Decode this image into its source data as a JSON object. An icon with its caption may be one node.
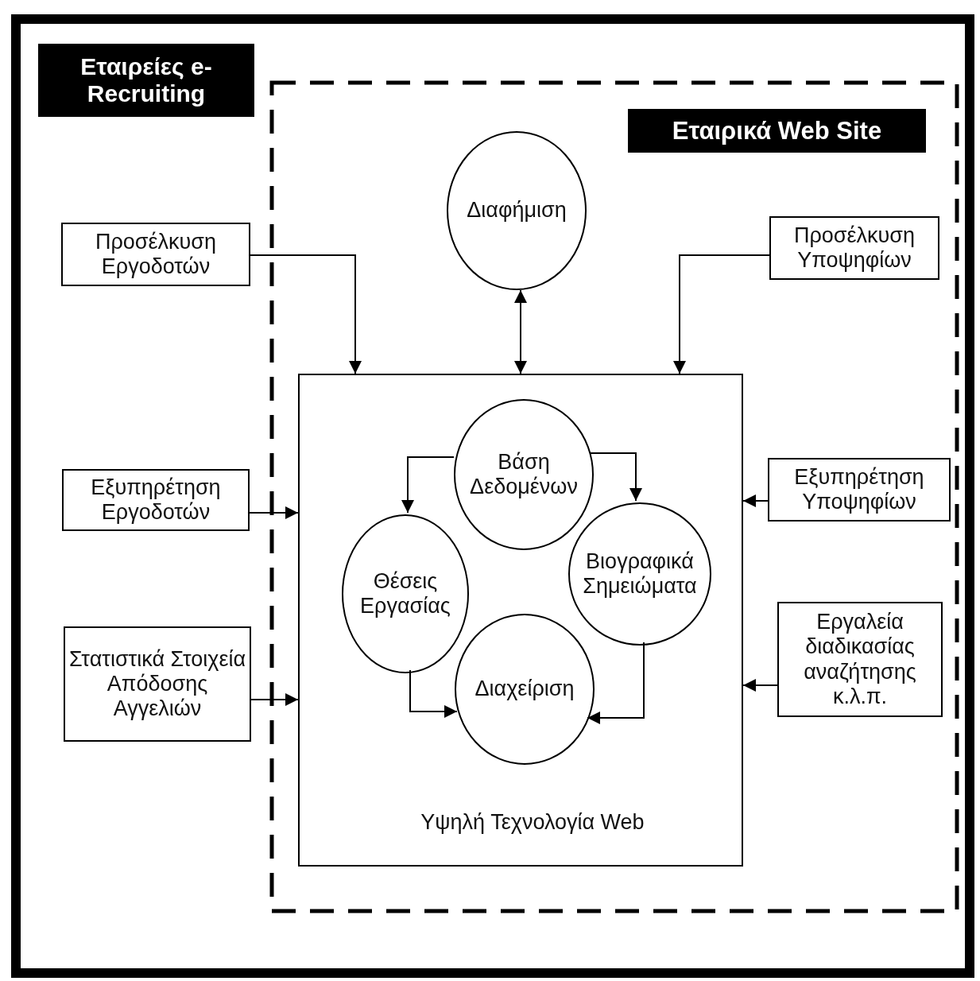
{
  "diagram": {
    "nodes": [
      {
        "text": [
          "Εταιρείες e-Recruiting"
        ]
      },
      {
        "text": [
          "Εταιρικά Web Site"
        ],
        "in": 0
      },
      {
        "text": [
          "Διαφήμιση"
        ],
        "in": 1
      },
      {
        "text": [
          "Υψηλή Τεχνολογία Web"
        ],
        "in": 1
      },
      {
        "text": [
          "Βάση Δεδομένων"
        ],
        "in": 3
      },
      {
        "text": [
          "Θέσεις Εργασίας"
        ],
        "in": 3
      },
      {
        "text": [
          "Βιογραφικά Σημειώματα"
        ],
        "in": 3
      },
      {
        "text": [
          "Διαχείριση"
        ],
        "in": 3
      },
      {
        "text": [
          "Προσέλκυση Εργοδοτών"
        ],
        "in": 0
      },
      {
        "text": [
          "Εξυπηρέτηση Εργοδοτών"
        ],
        "in": 0
      },
      {
        "text": [
          "Στατιστικά Στοιχεία Απόδοσης Αγγελιών"
        ],
        "in": 0
      },
      {
        "text": [
          "Προσέλκυση Υποψηφίων"
        ],
        "in": 1
      },
      {
        "text": [
          "Εξυπηρέτηση Υποψηφίων"
        ],
        "in": 1
      },
      {
        "text": [
          "Εργαλεία διαδικασίας αναζήτησης κ.λ.π."
        ],
        "in": 1
      }
    ],
    "edges": [
      {
        "from": 8,
        "to": 3,
        "arrow": "to"
      },
      {
        "from": 2,
        "to": 3,
        "arrow": "both"
      },
      {
        "from": 11,
        "to": 3,
        "arrow": "to"
      },
      {
        "from": 9,
        "to": 3,
        "arrow": "to"
      },
      {
        "from": 10,
        "to": 3,
        "arrow": "to"
      },
      {
        "from": 12,
        "to": 3,
        "arrow": "to"
      },
      {
        "from": 13,
        "to": 3,
        "arrow": "to"
      },
      {
        "from": 4,
        "to": 5,
        "arrow": "to"
      },
      {
        "from": 4,
        "to": 6,
        "arrow": "to"
      },
      {
        "from": 5,
        "to": 7,
        "arrow": "to"
      },
      {
        "from": 6,
        "to": 7,
        "arrow": "to"
      }
    ]
  }
}
